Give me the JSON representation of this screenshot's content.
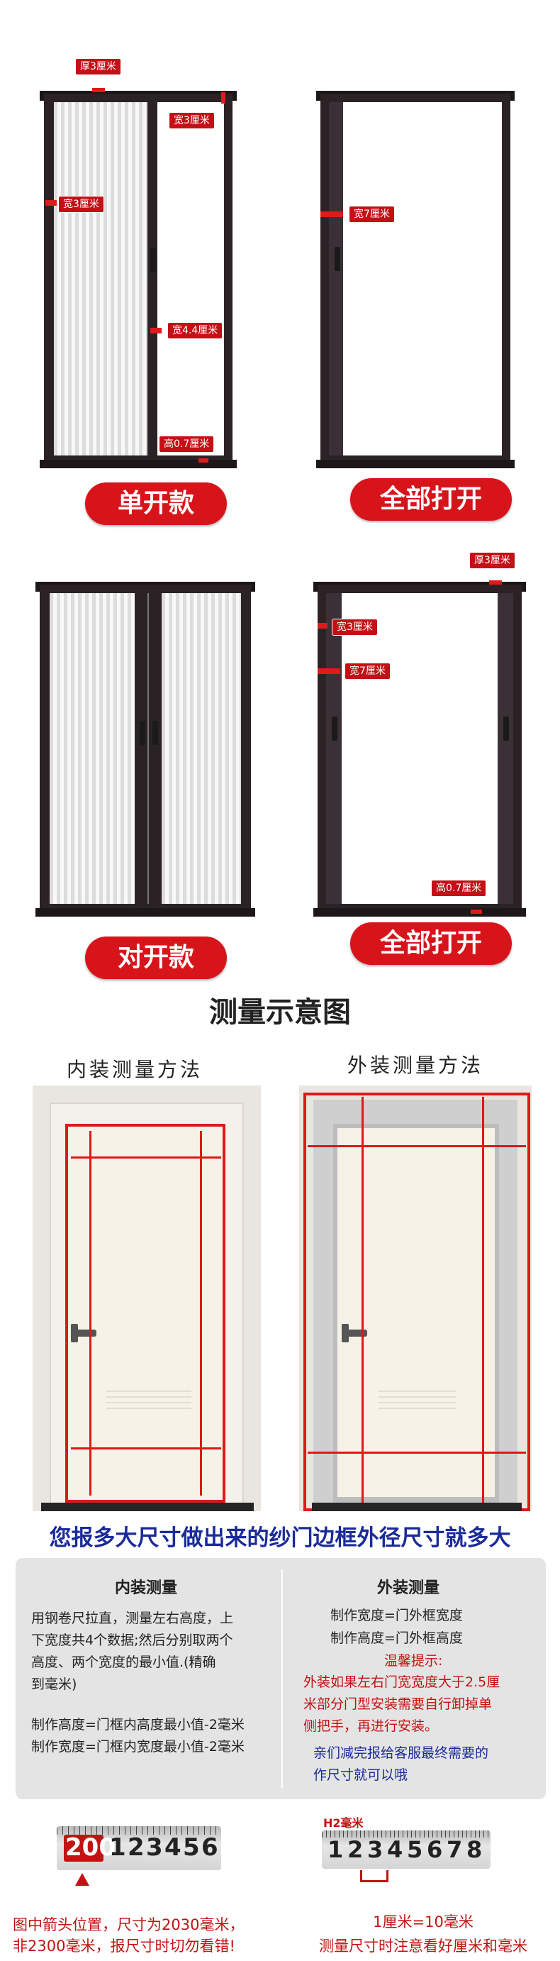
{
  "top_section": {
    "d1": {
      "thick": "厚3厘米",
      "w_top": "宽3厘米",
      "w_left": "宽3厘米",
      "w_mid": "宽4.4厘米",
      "h_bottom": "高0.7厘米",
      "pill": "单开款"
    },
    "d2": {
      "w_left": "宽7厘米",
      "pill": "全部打开"
    },
    "d3": {
      "pill": "对开款"
    },
    "d4": {
      "thick": "厚3厘米",
      "w_a": "宽3厘米",
      "w_b": "宽7厘米",
      "h_bottom": "高0.7厘米",
      "pill": "全部打开"
    }
  },
  "diagram": {
    "title": "测量示意图",
    "inner_title": "内装测量方法",
    "outer_title": "外装测量方法"
  },
  "banner": "您报多大尺寸做出来的纱门边框外径尺寸就多大",
  "panel": {
    "inner": {
      "heading": "内装测量",
      "desc_lines": [
        "用钢卷尺拉直，测量左右高度，上",
        "下宽度共4个数据;然后分别取两个",
        "高度、两个宽度的最小值.(精确",
        "到毫米)"
      ],
      "formula_height": "制作高度=门框内高度最小值-2毫米",
      "formula_width": "制作宽度=门框内宽度最小值-2毫米"
    },
    "outer": {
      "heading": "外装测量",
      "formula_width": "制作宽度=门外框宽度",
      "formula_height": "制作高度=门外框高度",
      "tip_title": "温馨提示:",
      "tip_lines": [
        "外装如果左右门宽宽度大于2.5厘",
        "米部分门型安装需要自行卸掉单",
        "侧把手，再进行安装。"
      ],
      "service_lines": [
        "亲们减完报给客服最终需要的",
        "作尺寸就可以哦"
      ]
    }
  },
  "rulers": {
    "left": {
      "highlight": "200",
      "digits": [
        "1",
        "2",
        "3",
        "4",
        "5",
        "6"
      ]
    },
    "right": {
      "tag": "H2毫米",
      "digits": [
        "1",
        "2",
        "3",
        "4",
        "5",
        "6",
        "7",
        "8"
      ]
    }
  },
  "bottom_notes": {
    "left_lines": [
      "图中箭头位置，尺寸为2030毫米，",
      "非2300毫米，报尺寸时切勿看错!"
    ],
    "right_lines": [
      "1厘米=10毫米",
      "测量尺寸时注意看好厘米和毫米"
    ]
  },
  "colors": {
    "red": "#d8141b",
    "frame": "#2b2226",
    "blue": "#1b2b9a"
  }
}
